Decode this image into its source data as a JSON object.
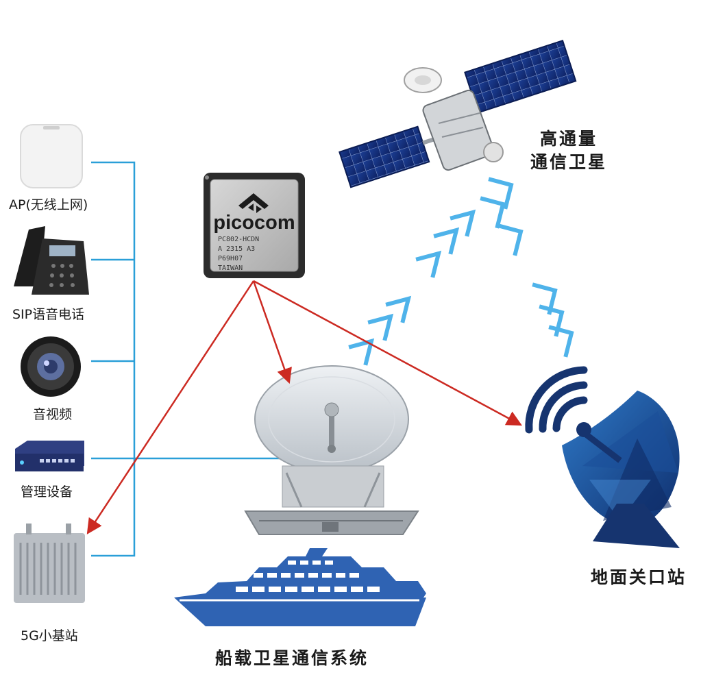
{
  "devices": {
    "ap": "AP(无线上网)",
    "sip": "SIP语音电话",
    "av": "音视频",
    "mgmt": "管理设备",
    "smallcell": "5G小基站"
  },
  "satellite": {
    "line1": "高通量",
    "line2": "通信卫星"
  },
  "gateway": "地面关口站",
  "ship_system": "船载卫星通信系统",
  "chip": {
    "brand": "picocom",
    "line1": "PC802-HCDN",
    "line2": "A 2315 A3",
    "line3": "P69H07",
    "line4": "TAIWAN"
  },
  "colors": {
    "blue_line": "#2a9fd8",
    "red_arrow": "#cc2a22",
    "chevron": "#4fb3ea",
    "navy": "#1e4e9a"
  }
}
